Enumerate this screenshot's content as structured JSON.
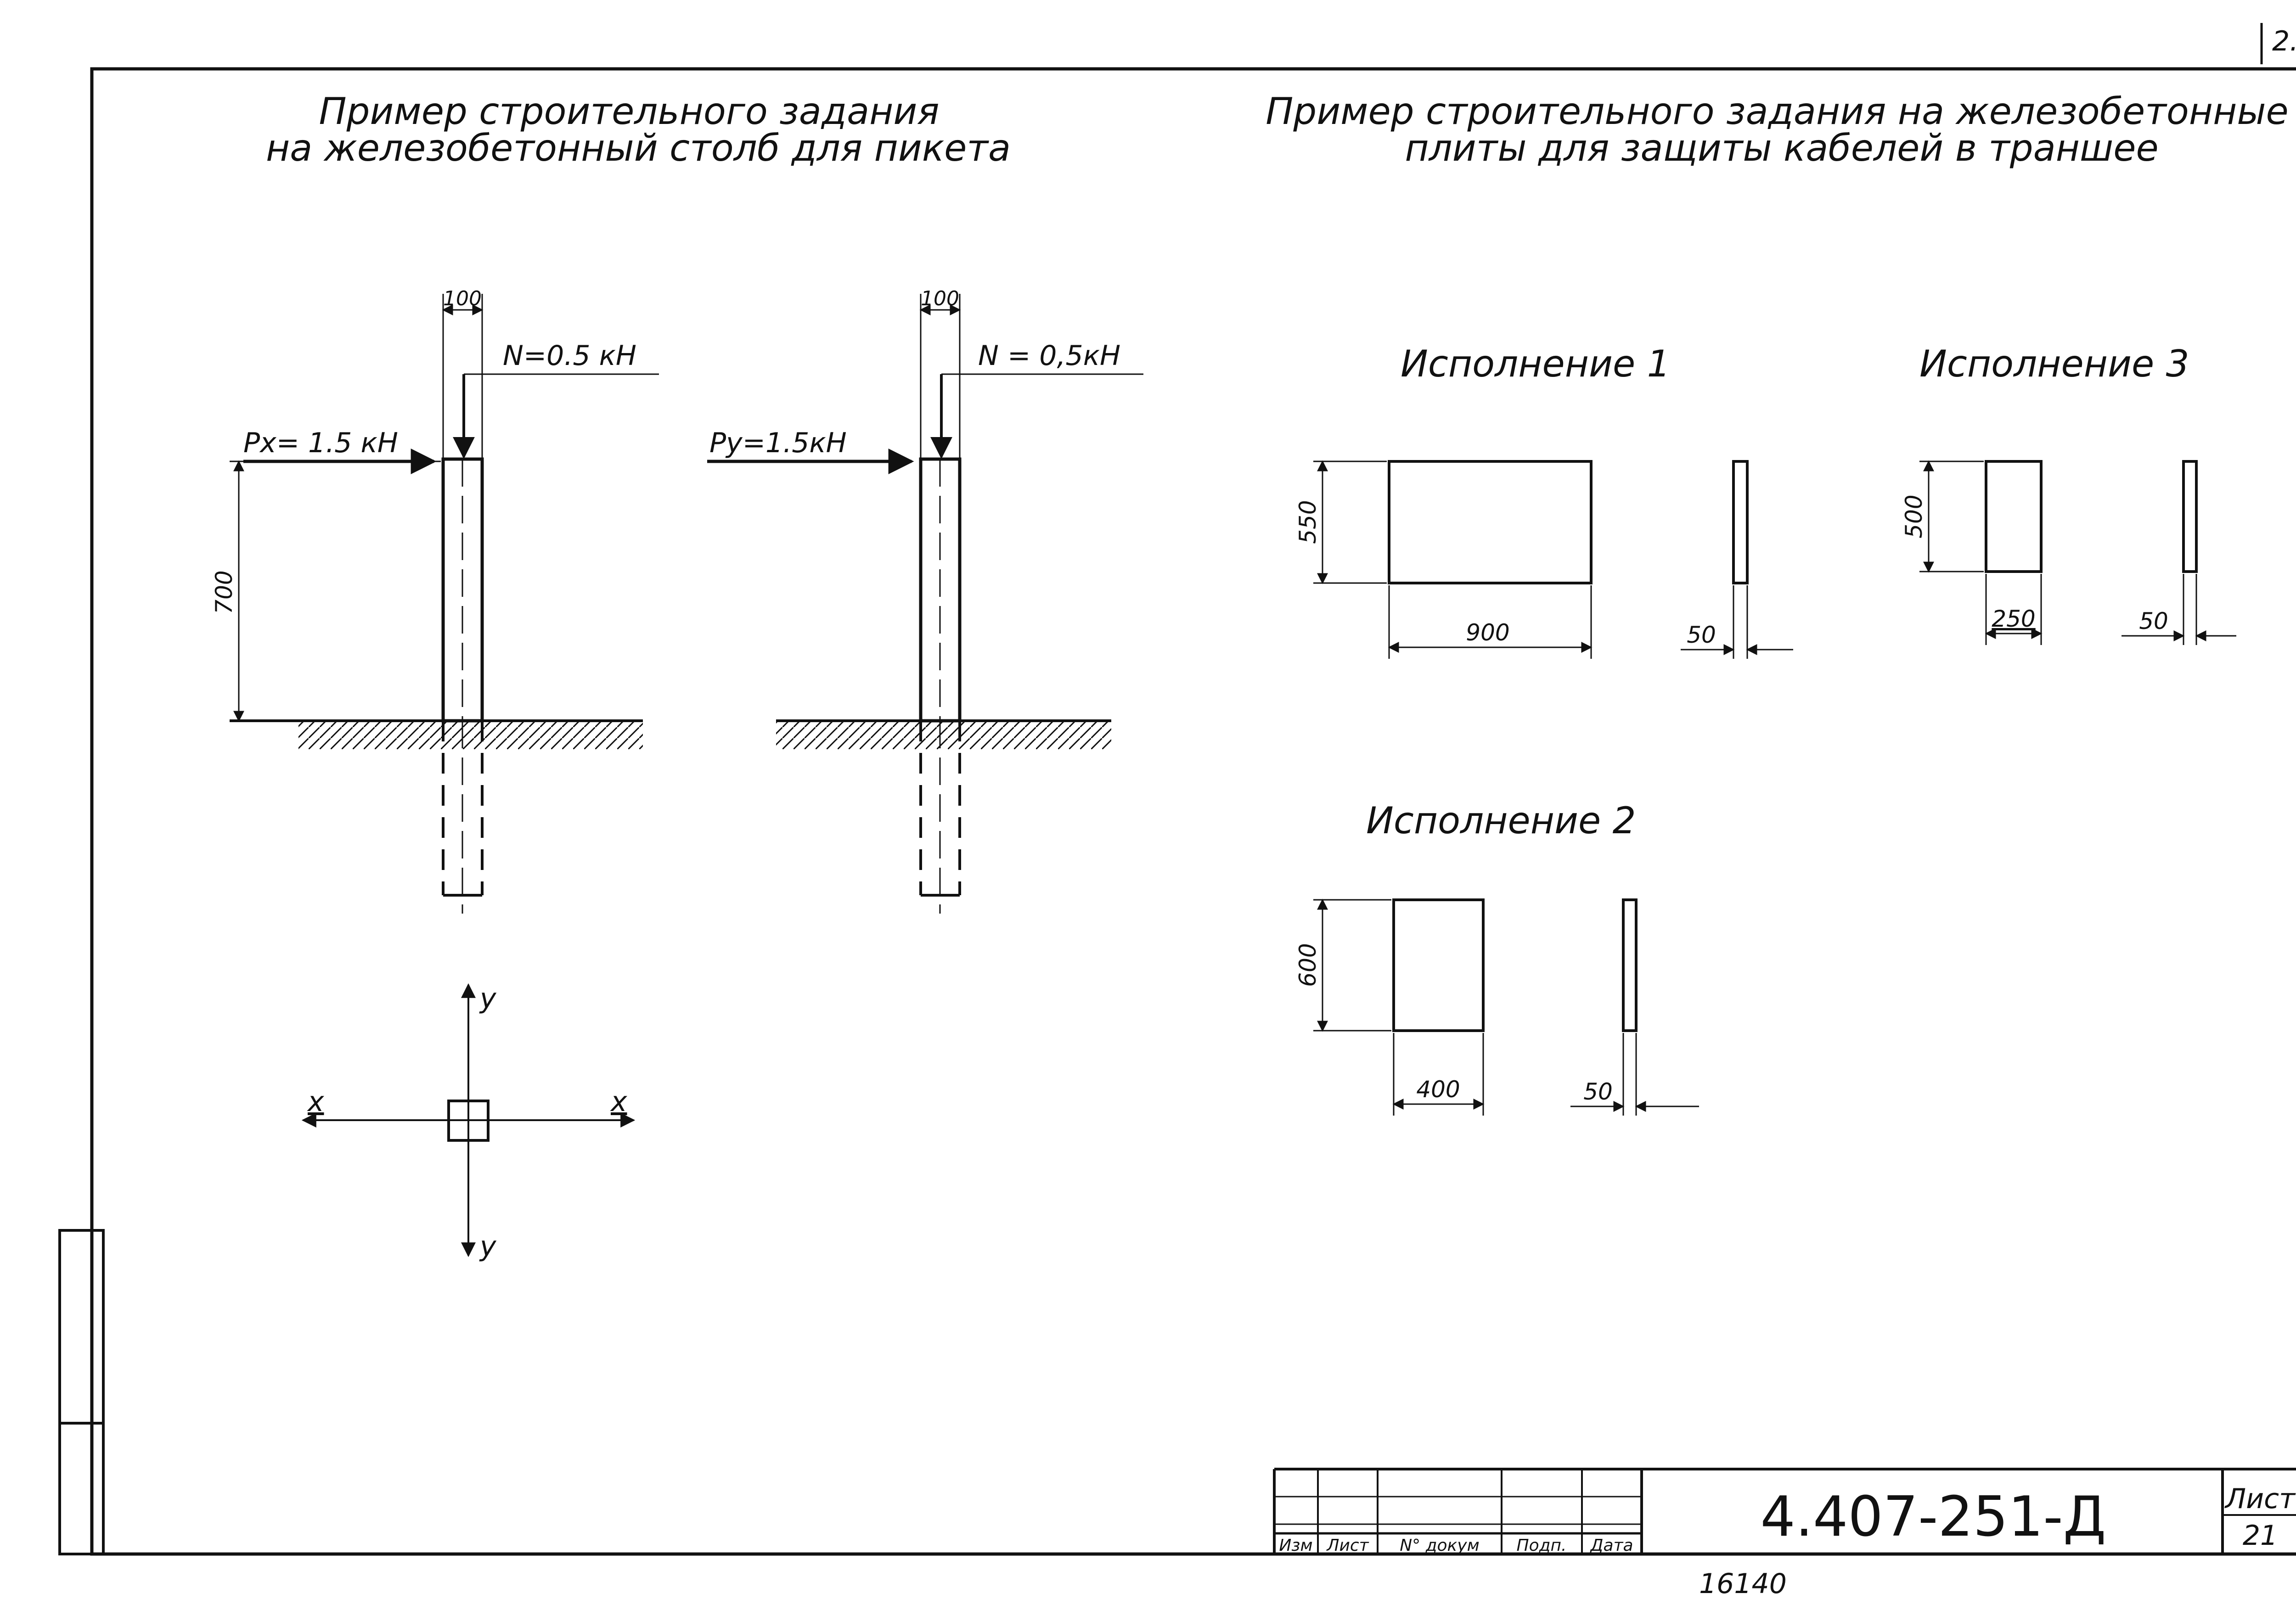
{
  "sheet": {
    "corner_number": "2.",
    "left_title": [
      "Пример строительного задания",
      "на железобетонный столб для пикета"
    ],
    "right_title": [
      "Пример строительного задания на железобетонные",
      "плиты для защиты кабелей в траншее"
    ]
  },
  "post_x": {
    "force_horizontal": "Px= 1.5 кН",
    "force_vertical": "N=0.5 кН",
    "width_dim": "100",
    "height_dim": "700"
  },
  "post_y": {
    "force_horizontal": "Py=1.5кН",
    "force_vertical": "N = 0,5кН",
    "width_dim": "100"
  },
  "axes": {
    "x_left": "x",
    "x_right": "x",
    "y_top": "y",
    "y_bottom": "y"
  },
  "variants": [
    {
      "title": "Исполнение 1",
      "height": "550",
      "width": "900",
      "thickness": "50"
    },
    {
      "title": "Исполнение 3",
      "height": "500",
      "width": "250",
      "thickness": "50"
    },
    {
      "title": "Исполнение 2",
      "height": "600",
      "width": "400",
      "thickness": "50"
    }
  ],
  "stamp": {
    "columns": [
      "Изм",
      "Лист",
      "N° докум",
      "Подп.",
      "Дата"
    ],
    "code": "4.407-251-Д",
    "sheet_label": "Лист",
    "sheet_number": "21",
    "inventory": "16140"
  }
}
